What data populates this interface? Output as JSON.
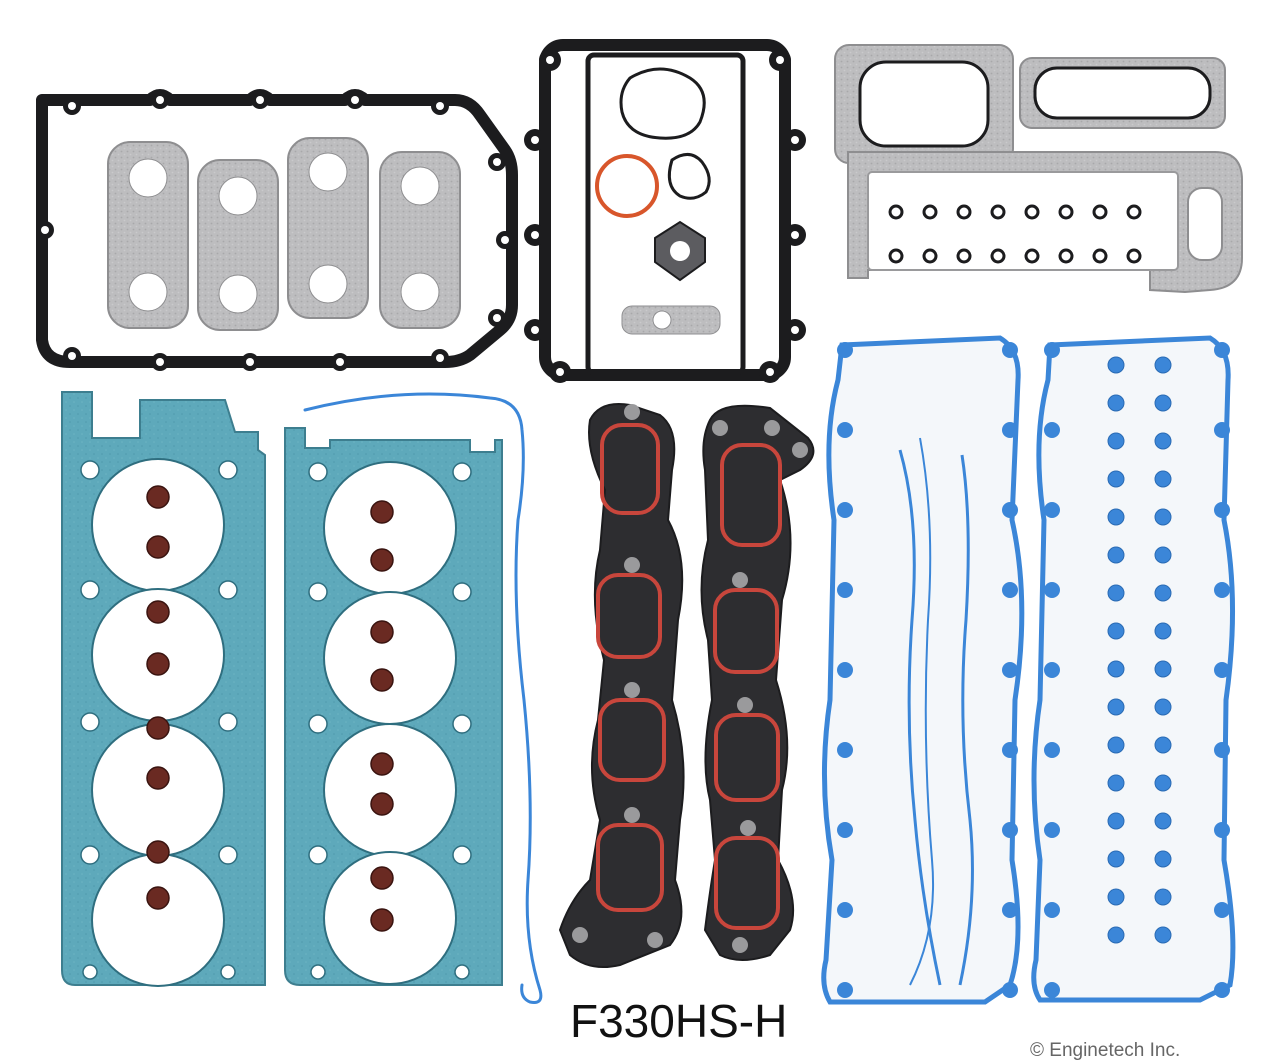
{
  "product": {
    "part_number": "F330HS-H",
    "copyright": "© Enginetech Inc."
  },
  "colors": {
    "background": "#ffffff",
    "black_gasket": "#1c1c1e",
    "steel_gasket": "#b9b9bb",
    "mls_head_gasket": "#5aa6b8",
    "valve_cover_blue": "#3b86d8",
    "intake_red": "#c8463c",
    "seal_dark": "#6a2a22"
  },
  "components": [
    {
      "id": "exhaust-manifold-gasket-carrier",
      "name": "black rubber carrier with 4 exhaust manifold gaskets"
    },
    {
      "id": "front-cover-gasket-set",
      "name": "black frame with o-rings and small gaskets"
    },
    {
      "id": "throttle-body-gaskets",
      "name": "2 throttle body gaskets"
    },
    {
      "id": "seal-plate-gasket",
      "name": "steel plate with 16 o-ring seals"
    },
    {
      "id": "head-gasket-left",
      "name": "MLS cylinder head gasket"
    },
    {
      "id": "head-gasket-right",
      "name": "MLS cylinder head gasket"
    },
    {
      "id": "timing-wire-seal",
      "name": "blue wire seal"
    },
    {
      "id": "intake-manifold-gaskets",
      "name": "2 intake manifold gaskets"
    },
    {
      "id": "valve-cover-gaskets",
      "name": "2 blue valve cover gaskets"
    }
  ]
}
